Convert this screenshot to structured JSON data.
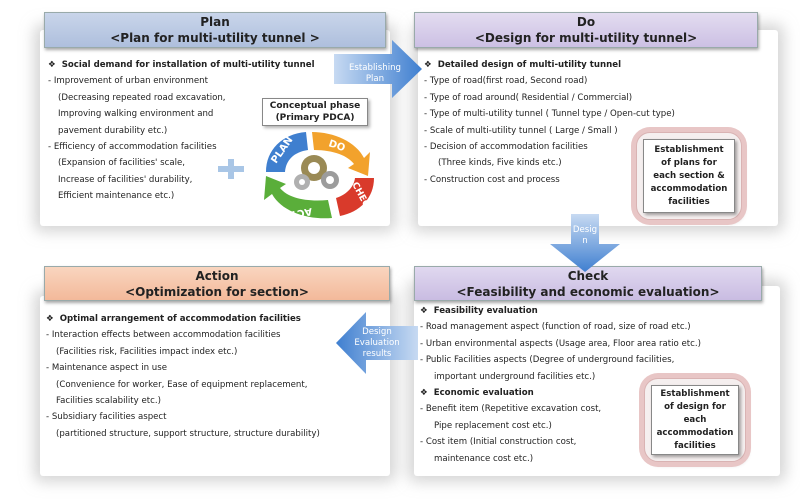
{
  "plan": {
    "header_line1": "Plan",
    "header_line2": "<Plan for multi-utility tunnel >",
    "bullet_title": "Social demand for installation of multi-utility tunnel",
    "lines": [
      "- Improvement of urban environment",
      "(Decreasing repeated road excavation,",
      "Improving walking environment and",
      "pavement durability etc.)",
      "- Efficiency of accommodation facilities",
      "(Expansion of facilities' scale,",
      "Increase of facilities' durability,",
      "Efficient maintenance etc.)"
    ],
    "concept_line1": "Conceptual phase",
    "concept_line2": "(Primary PDCA)",
    "cycle": {
      "plan": "PLAN",
      "do": "DO",
      "check": "CHECK",
      "act": "ACT"
    }
  },
  "do": {
    "header_line1": "Do",
    "header_line2": "<Design for multi-utility tunnel>",
    "bullet_title": "Detailed design of multi-utility tunnel",
    "lines": [
      "- Type of road(first road, Second road)",
      "- Type of road around( Residential / Commercial)",
      "- Type of multi-utility tunnel ( Tunnel type / Open-cut type)",
      "- Scale of multi-utility tunnel ( Large / Small )",
      "- Decision of accommodation facilities",
      "(Three kinds, Five kinds etc.)",
      "- Construction cost and process"
    ],
    "badge": [
      "Establishment",
      "of plans for",
      "each section &",
      "accommodation",
      "facilities"
    ]
  },
  "action": {
    "header_line1": "Action",
    "header_line2": "<Optimization for  section>",
    "bullet_title": "Optimal arrangement of accommodation facilities",
    "lines": [
      "- Interaction effects between accommodation facilities",
      "(Facilities risk, Facilities impact index etc.)",
      "- Maintenance aspect in use",
      "(Convenience for worker, Ease of equipment replacement,",
      "Facilities scalability etc.)",
      "- Subsidiary facilities aspect",
      "(partitioned structure, support structure, structure durability)"
    ]
  },
  "check": {
    "header_line1": "Check",
    "header_line2": "<Feasibility and economic evaluation>",
    "feasibility_title": "Feasibility evaluation",
    "feasibility_lines": [
      "- Road management aspect (function of road, size of road etc.)",
      "- Urban environmental aspects (Usage area, Floor area ratio etc.)",
      "- Public Facilities aspects (Degree of underground facilities,",
      "important underground facilities etc.)"
    ],
    "economic_title": "Economic evaluation",
    "economic_lines": [
      "- Benefit item (Repetitive excavation cost,",
      "Pipe replacement cost etc.)",
      "- Cost item (Initial construction cost,",
      "maintenance cost etc.)"
    ],
    "badge": [
      "Establishment",
      "of  design for",
      "each",
      "accommodation",
      "facilities"
    ]
  },
  "arrows": {
    "establishing_line1": "Establishing",
    "establishing_line2": "Plan",
    "design_line1": "Desig",
    "design_line2": "n",
    "evaluation_line1": "Design",
    "evaluation_line2": "Evaluation",
    "evaluation_line3": "results"
  },
  "bullet_symbol": "❖",
  "colors": {
    "arrow_blue": "#4a86d0",
    "plan_header": "#b7c7e2",
    "do_header": "#d4c9e8",
    "action_header": "#f5c4a6",
    "check_header": "#d2c6e6",
    "cycle_plan": "#3f7fcf",
    "cycle_do": "#f2a22c",
    "cycle_check": "#d93a2b",
    "cycle_act": "#5aae3a"
  }
}
